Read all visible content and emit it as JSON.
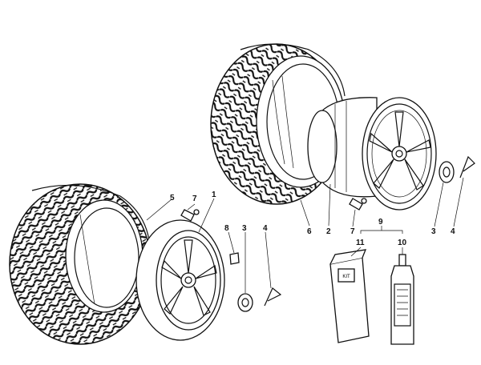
{
  "diagram": {
    "callouts_rear_assembly": [
      "6",
      "2",
      "7",
      "3",
      "4"
    ],
    "callouts_front_assembly": [
      "5",
      "7",
      "1",
      "8",
      "3",
      "4"
    ],
    "callouts_kit": [
      "9",
      "11",
      "10"
    ]
  },
  "kit_bag": {
    "label": "KIT"
  }
}
